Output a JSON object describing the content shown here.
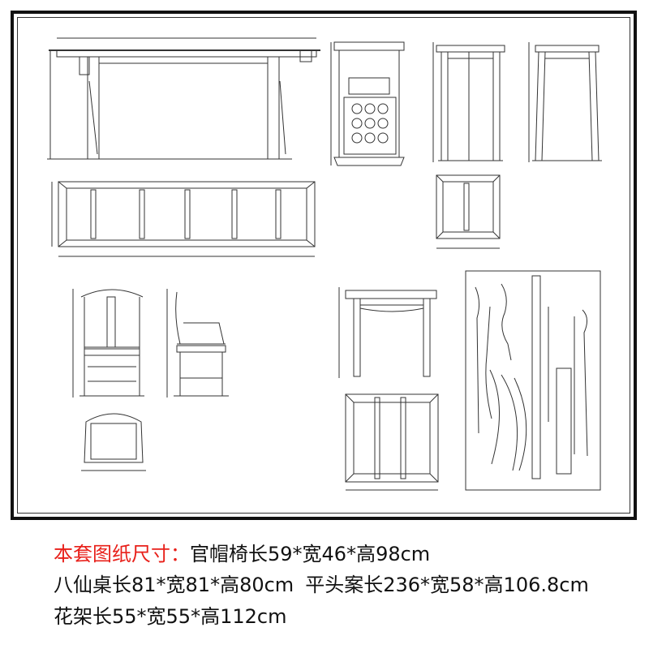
{
  "caption": {
    "heading": "本套图纸尺寸：",
    "lines": [
      "官帽椅长59*宽46*高98cm",
      "八仙桌长81*宽81*高80cm",
      "平头案长236*宽58*高106.8cm",
      "花架长55*宽55*高112cm"
    ]
  },
  "colors": {
    "heading": "#e8201a",
    "text": "#111111",
    "line": "#333333"
  }
}
